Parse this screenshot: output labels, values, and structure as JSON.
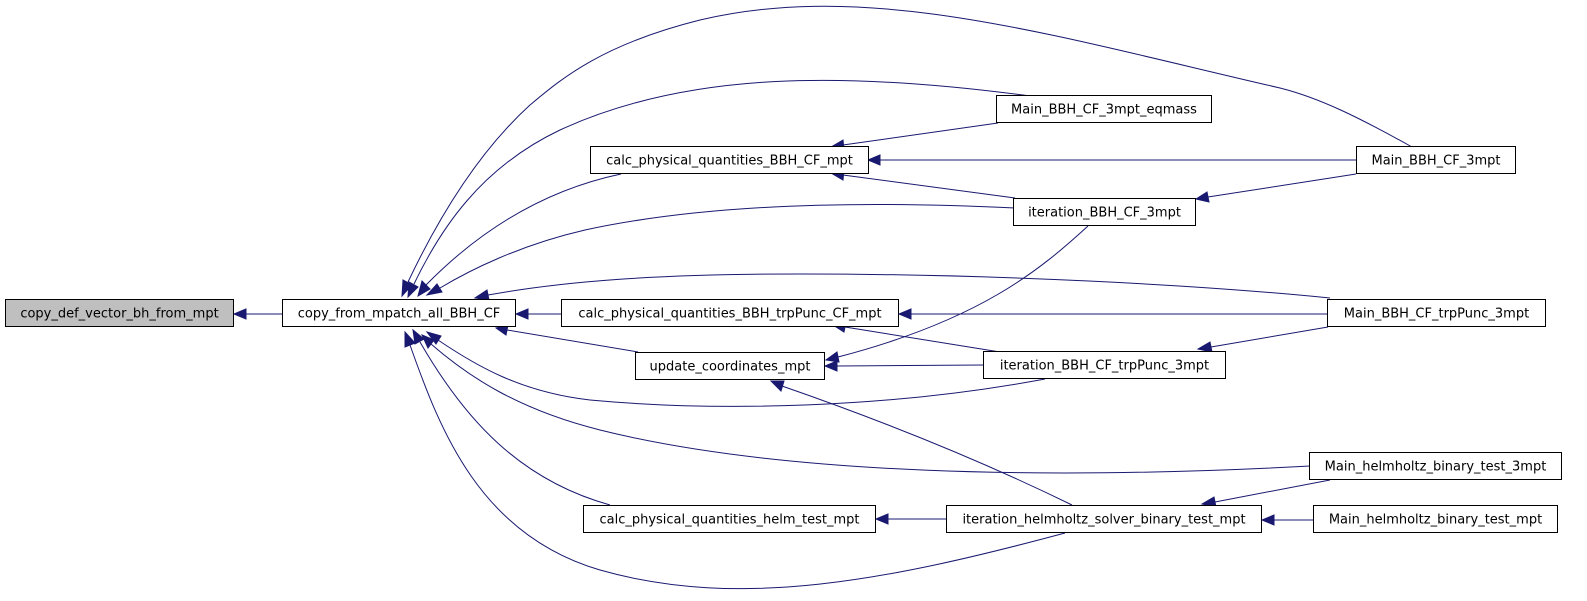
{
  "graph": {
    "nodes": {
      "copy_def": "copy_def_vector_bh_from_mpt",
      "copy_from": "copy_from_mpatch_all_BBH_CF",
      "calc_cf": "calc_physical_quantities_BBH_CF_mpt",
      "calc_trp": "calc_physical_quantities_BBH_trpPunc_CF_mpt",
      "update": "update_coordinates_mpt",
      "calc_helm": "calc_physical_quantities_helm_test_mpt",
      "main_eqmass": "Main_BBH_CF_3mpt_eqmass",
      "iter_cf": "iteration_BBH_CF_3mpt",
      "iter_trp": "iteration_BBH_CF_trpPunc_3mpt",
      "iter_helm": "iteration_helmholtz_solver_binary_test_mpt",
      "main_3mpt": "Main_BBH_CF_3mpt",
      "main_trp": "Main_BBH_CF_trpPunc_3mpt",
      "main_helm3": "Main_helmholtz_binary_test_3mpt",
      "main_helm": "Main_helmholtz_binary_test_mpt"
    },
    "colors": {
      "edge": "#191970",
      "root_fill": "#bfbfbf",
      "node_fill": "#ffffff",
      "border": "#000000"
    }
  }
}
